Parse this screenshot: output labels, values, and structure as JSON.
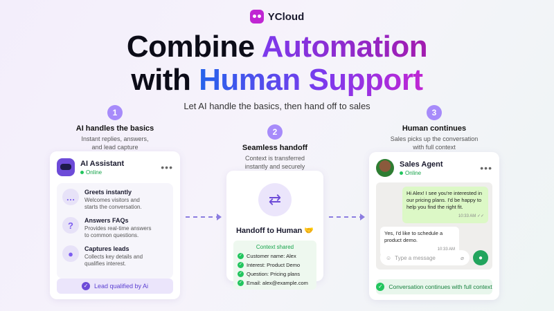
{
  "brand": {
    "name": "YCloud"
  },
  "headline": {
    "line1_a": "Combine ",
    "line1_b": "Automation",
    "line2_a": "with ",
    "line2_b": "Human Support"
  },
  "subtitle": "Let AI handle the basics, then hand off to sales",
  "steps": [
    {
      "num": "1",
      "title": "AI handles the basics",
      "desc1": "Instant replies, answers,",
      "desc2": "and lead capture"
    },
    {
      "num": "2",
      "title": "Seamless handoff",
      "desc1": "Context is transferred",
      "desc2": "instantly and securely"
    },
    {
      "num": "3",
      "title": "Human continues",
      "desc1": "Sales picks up the conversation",
      "desc2": "with full context"
    }
  ],
  "ai_card": {
    "title": "AI Assistant",
    "status": "Online",
    "more": "•••",
    "features": [
      {
        "icon": "chat-bubble-icon",
        "glyph": "…",
        "title": "Greets instantly",
        "desc1": "Welcomes visitors and",
        "desc2": "starts the conversation."
      },
      {
        "icon": "question-icon",
        "glyph": "?",
        "title": "Answers FAQs",
        "desc1": "Provides real-time answers",
        "desc2": "to common questions."
      },
      {
        "icon": "user-icon",
        "glyph": "●",
        "title": "Captures leads",
        "desc1": "Collects key details and",
        "desc2": "qualifies interest."
      }
    ],
    "badge": "Lead qualified by Ai"
  },
  "handoff_card": {
    "title": "Handoff to Human 🤝",
    "context_label": "Context shared",
    "items": [
      "Customer name: Alex",
      "Interest: Product Demo",
      "Question: Pricing plans",
      "Email: alex@example.com"
    ]
  },
  "agent_card": {
    "title": "Sales Agent",
    "status": "Online",
    "more": "•••",
    "msg_out": "Hi Alex! I see you're interested in our pricing plans. I'd be happy to help you find the right fit.",
    "msg_out_time": "10:33 AM ✓✓",
    "msg_in": "Yes, I'd like to schedule a product demo.",
    "msg_in_time": "10:33 AM",
    "input_placeholder": "Type a message",
    "badge": "Conversation continues with full context"
  },
  "colors": {
    "accent": "#6d4bd8",
    "green": "#22c55e"
  }
}
